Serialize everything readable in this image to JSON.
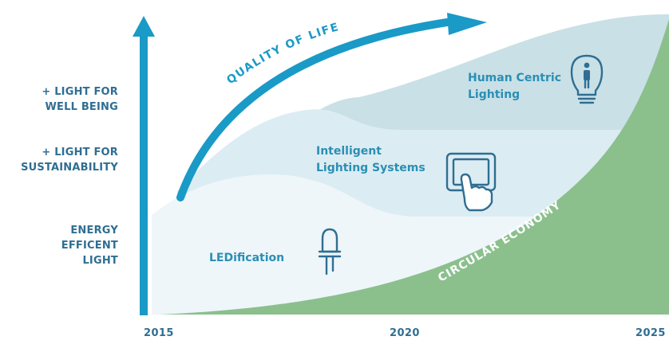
{
  "axis": {
    "y_levels": [
      "+ LIGHT FOR\nWELL BEING",
      "+ LIGHT FOR\nSUSTAINABILITY",
      "ENERGY\nEFFICENT\nLIGHT"
    ],
    "x_ticks": [
      "2015",
      "2020",
      "2025"
    ]
  },
  "arc_label": "QUALITY OF LIFE",
  "stages": [
    {
      "label": "LEDification",
      "icon": "led-diode-icon"
    },
    {
      "label": "Intelligent\nLighting Systems",
      "icon": "tablet-touch-icon"
    },
    {
      "label": "Human Centric\nLighting",
      "icon": "lightbulb-person-icon"
    }
  ],
  "circular_label": "CIRCULAR ECONOMY",
  "colors": {
    "axis": "#1a9ac6",
    "label_text": "#2f6e92",
    "stage_text": "#2a8fb4",
    "circular_economy": "#8bc08d",
    "band_light": "#eef6fa",
    "band_mid": "#dcecf3",
    "band_dark": "#c9e0e6"
  }
}
